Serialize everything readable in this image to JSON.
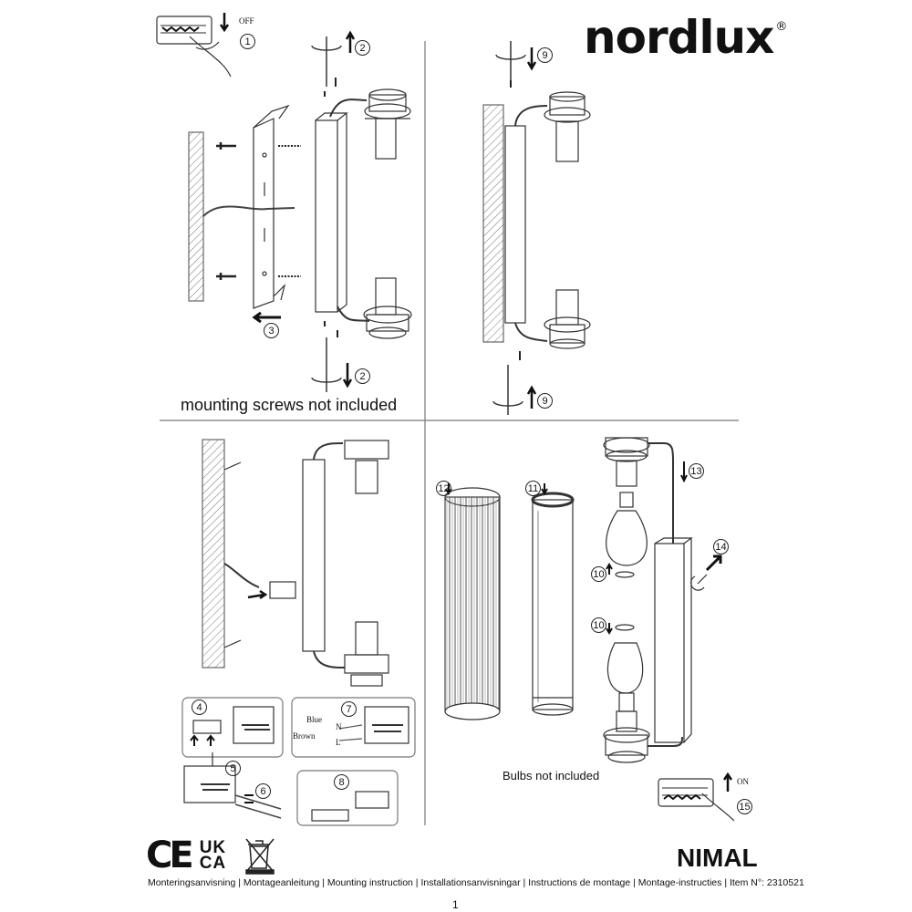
{
  "brand": {
    "name": "nordlux",
    "registered": "®"
  },
  "notes": {
    "mounting_screws": "mounting screws not included",
    "bulbs": "Bulbs not included"
  },
  "power": {
    "off_label": "OFF",
    "on_label": "ON"
  },
  "wiring": {
    "blue": "Blue",
    "brown": "Brown",
    "n": "N",
    "l": "L"
  },
  "steps": [
    "1",
    "2",
    "3",
    "4",
    "5",
    "6",
    "7",
    "8",
    "9",
    "10",
    "11",
    "12",
    "13",
    "14",
    "15"
  ],
  "certification": {
    "ce": "CE",
    "uk": "UK",
    "ca": "CA"
  },
  "product": {
    "name": "NIMAL"
  },
  "footer": {
    "text": "Monteringsanvisning | Montageanleitung | Mounting instruction | Installationsanvisningar | Instructions de montage | Montage-instructies | Item N°: 2310521"
  },
  "page": {
    "number": "1"
  }
}
